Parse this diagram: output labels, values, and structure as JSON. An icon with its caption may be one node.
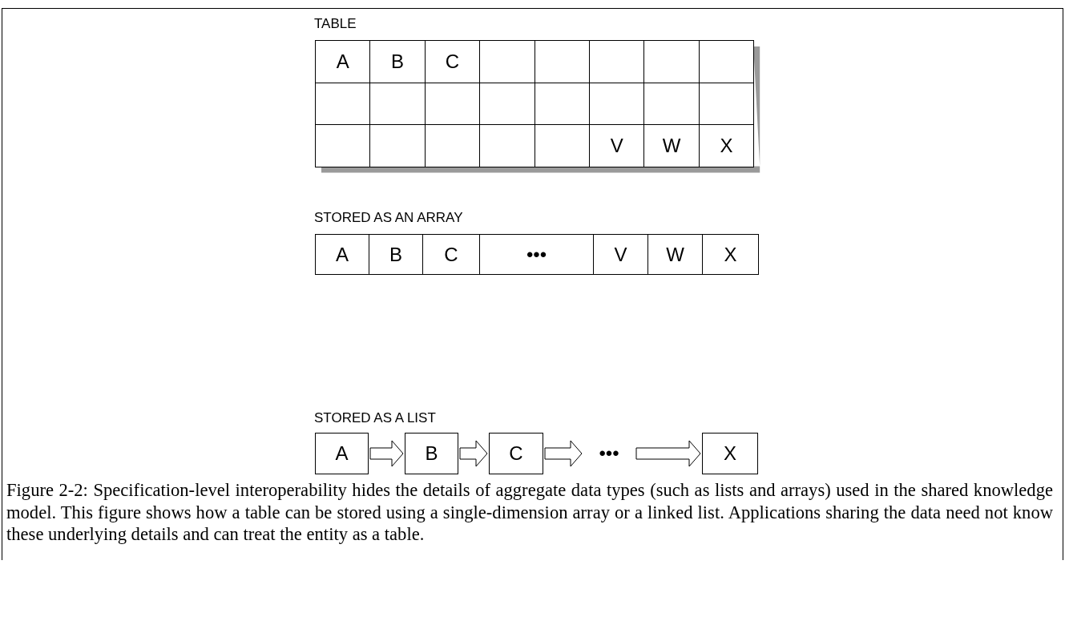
{
  "diagram": {
    "caption": "Figure 2-2:  Specification-level interoperability hides the details of aggregate data types (such as lists and arrays) used in the shared knowledge model.  This figure shows how a table can be stored using a single-dimension array or a linked list. Applications sharing the data need not know these underlying details and can treat the entity as a table.",
    "nodes": [
      {
        "text": [
          "A"
        ]
      },
      {
        "text": [
          "B"
        ]
      },
      {
        "text": [
          "C"
        ]
      },
      {
        "text": [
          "•••"
        ]
      },
      {
        "text": [
          "X"
        ]
      }
    ],
    "edges": [
      {
        "from": 0,
        "to": 1,
        "arrow": "to"
      },
      {
        "from": 1,
        "to": 2,
        "arrow": "to"
      },
      {
        "from": 2,
        "to": 3,
        "arrow": "to"
      },
      {
        "from": 3,
        "to": 4,
        "arrow": "to"
      }
    ],
    "labels": [
      "TABLE",
      "A",
      "B",
      "C",
      "V",
      "W",
      "X",
      "STORED AS AN ARRAY",
      "A",
      "B",
      "C",
      "•••",
      "V",
      "W",
      "X",
      "STORED AS A LIST"
    ]
  }
}
